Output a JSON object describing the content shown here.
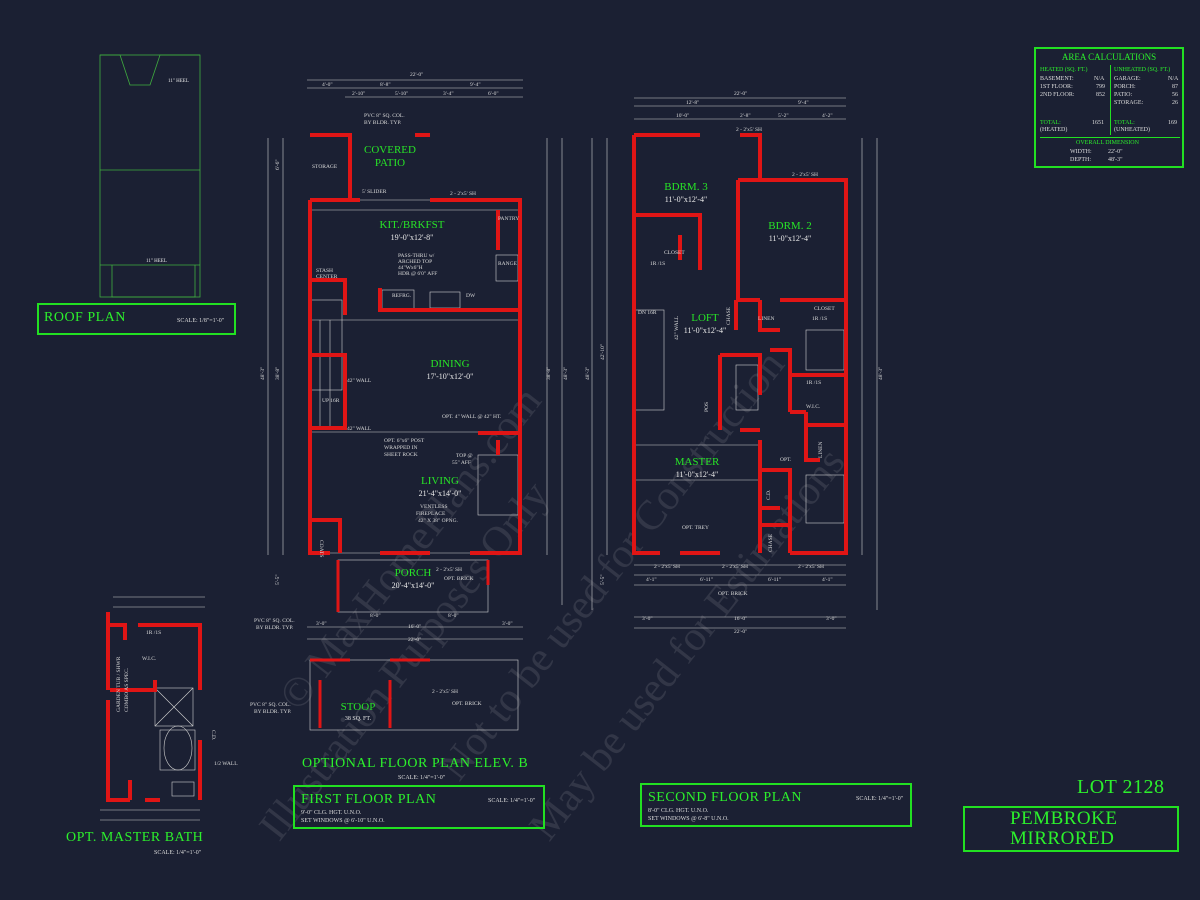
{
  "labels": {
    "roof_plan": "ROOF PLAN",
    "roof_scale": "SCALE: 1/8\"=1'-0\"",
    "roof_heel_1": "11\" HEEL",
    "roof_heel_2": "11\" HEEL",
    "first_floor_plan": "FIRST FLOOR PLAN",
    "first_scale": "SCALE: 1/4\"=1'-0\"",
    "first_note_1": "9'-0\" CLG. HGT. U.N.O.",
    "first_note_2": "SET WINDOWS @ 6'-10\" U.N.O.",
    "second_floor_plan": "SECOND FLOOR PLAN",
    "second_scale": "SCALE: 1/4\"=1'-0\"",
    "second_note_1": "8'-0\" CLG. HGT. U.N.O.",
    "second_note_2": "SET WINDOWS @ 6'-8\" U.N.O.",
    "optional_elev": "OPTIONAL FLOOR PLAN ELEV. B",
    "optional_scale": "SCALE: 1/4\"=1'-0\"",
    "opt_master_bath": "OPT. MASTER BATH",
    "opt_bath_scale": "SCALE: 1/4\"=1'-0\"",
    "lot": "LOT 2128",
    "pembroke": "PEMBROKE",
    "mirrored": "MIRRORED"
  },
  "rooms_first": [
    {
      "name": "COVERED",
      "dim": ""
    },
    {
      "name": "PATIO",
      "dim": ""
    },
    {
      "name": "KIT./BRKFST",
      "dim": "19'-0\"x12'-8\""
    },
    {
      "name": "DINING",
      "dim": "17'-10\"x12'-0\""
    },
    {
      "name": "LIVING",
      "dim": "21'-4\"x14'-0\""
    },
    {
      "name": "PORCH",
      "dim": "20'-4\"x14'-0\""
    },
    {
      "name": "STOOP",
      "dim": "38 SQ. FT."
    }
  ],
  "rooms_second": [
    {
      "name": "BDRM. 3",
      "dim": "11'-0\"x12'-4\""
    },
    {
      "name": "BDRM. 2",
      "dim": "11'-0\"x12'-4\""
    },
    {
      "name": "LOFT",
      "dim": "11'-0\"x12'-4\""
    },
    {
      "name": "MASTER",
      "dim": "11'-0\"x12'-4\""
    }
  ],
  "notes_first": [
    "STORAGE",
    "5' SLIDER",
    "PASS-THRU w/",
    "ARCHED TOP",
    "44\"Wx6\"H",
    "HDR @ 6'0\" AFF",
    "STASH",
    "CENTER",
    "REFRG.",
    "DW",
    "RANGE",
    "PANTRY",
    "42\" WALL",
    "UP 16R",
    "OPT. 4\" WALL @ 42\" HT.",
    "OPT. 6\"x6\" POST",
    "WRAPPED IN",
    "SHEET ROCK",
    "TOP @",
    "55\" AFF",
    "VENTLESS",
    "FIREPLACE",
    "42\" X 38\" OPNG.",
    "COATS",
    "PVC 8\" SQ. COL.",
    "BY BLDR. TYP.",
    "OPT. BRICK",
    "2 - 2'x5' SH"
  ],
  "notes_second": [
    "CLOSET",
    "1R /1S",
    "DN 16R",
    "42\" WALL",
    "CHASE",
    "LINEN",
    "W.I.C.",
    "OPT.",
    "C.D.",
    "OPT. TREY",
    "OPT. BRICK",
    "2 - 2'x5' SH",
    "POS"
  ],
  "notes_bath": [
    "1R /1S",
    "W.I.C.",
    "GARDEN TUB / SHWR",
    "COMBO AS SPEC.",
    "1/2 WALL",
    "C.D."
  ],
  "area": {
    "title": "AREA CALCULATIONS",
    "heated_hdr": "HEATED (SQ. FT.)",
    "unheated_hdr": "UNHEATED (SQ. FT.)",
    "heated": [
      {
        "label": "BASEMENT:",
        "value": "N/A"
      },
      {
        "label": "1ST FLOOR:",
        "value": "799"
      },
      {
        "label": "2ND FLOOR:",
        "value": "852"
      }
    ],
    "unheated": [
      {
        "label": "GARAGE:",
        "value": "N/A"
      },
      {
        "label": "PORCH:",
        "value": "87"
      },
      {
        "label": "PATIO:",
        "value": "56"
      },
      {
        "label": "STORAGE:",
        "value": "26"
      }
    ],
    "total_label": "TOTAL:",
    "heated_total": "1651",
    "unheated_total": "169",
    "heated_sub": "(HEATED)",
    "unheated_sub": "(UNHEATED)",
    "overall_hdr": "OVERALL DIMENSION",
    "width_label": "WIDTH:",
    "width": "22'-0\"",
    "depth_label": "DEPTH:",
    "depth": "48'-3\""
  },
  "dims_first_top": [
    "22'-0\"",
    "4'-0\"",
    "8'-8\"",
    "9'-4\"",
    "2'-10\"",
    "5'-10\"",
    "3'-4\"",
    "6'-0\""
  ],
  "dims_first_bottom": [
    "3'-0\"",
    "8'-0\"",
    "8'-0\"",
    "3'-0\"",
    "16'-0\"",
    "22'-0\""
  ],
  "dims_first_side": [
    "48'-3\"",
    "38'-8\"",
    "5'-5\"",
    "6'-6\""
  ],
  "dims_second_top": [
    "22'-0\"",
    "12'-8\"",
    "9'-4\"",
    "10'-0\"",
    "2'-8\"",
    "5'-2\"",
    "4'-2\""
  ],
  "dims_second_bottom": [
    "4'-1\"",
    "6'-11\"",
    "6'-11\"",
    "4'-1\"",
    "3'-0\"",
    "16'-0\"",
    "3'-0\"",
    "22'-0\""
  ],
  "dims_second_side": [
    "42'-10\"",
    "48'-3\"",
    "5'-5\""
  ],
  "watermark": [
    "© MaxHomePlans.com",
    "Not to be used for Construction",
    "Illustration Purposes Only",
    "May be used for Estimations"
  ],
  "colors": {
    "background": "#1b2033",
    "wall": "#e01515",
    "label": "#27e327",
    "line": "#d0d0d0"
  }
}
